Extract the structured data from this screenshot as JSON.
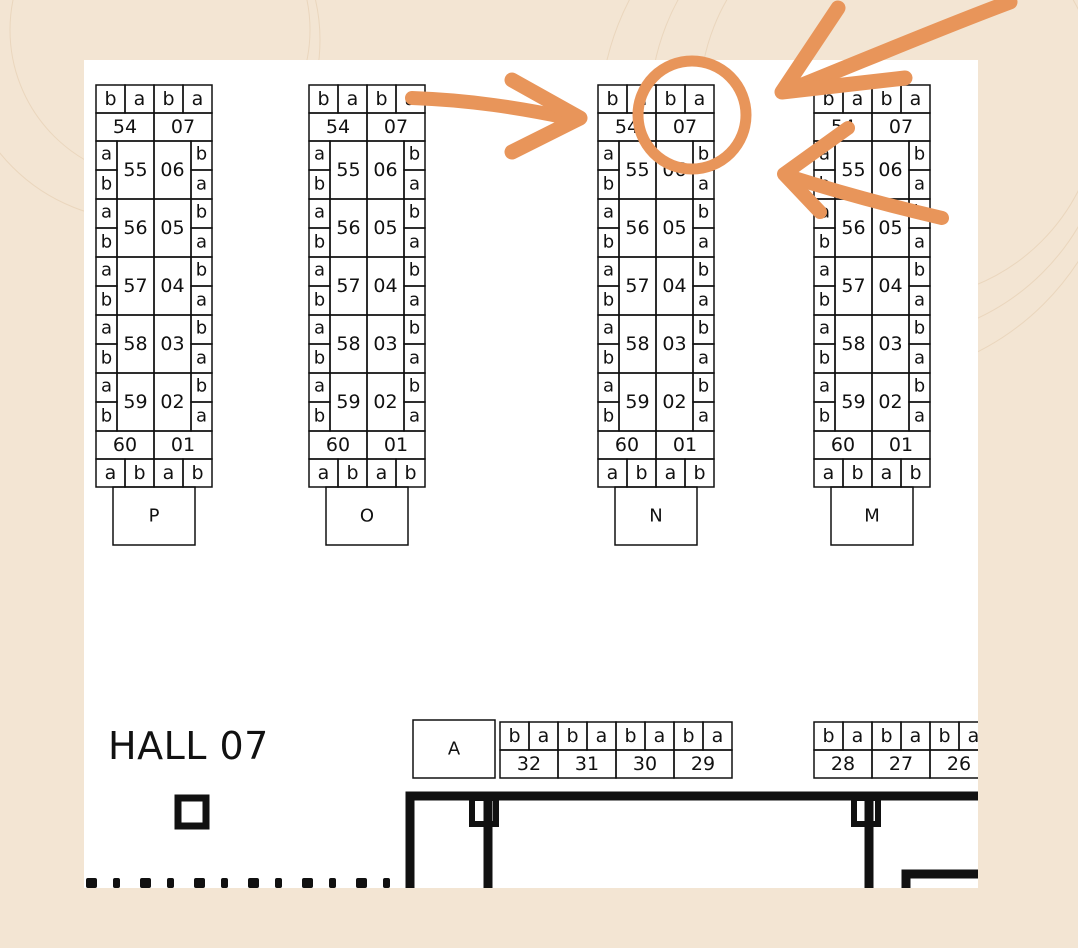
{
  "hall_label": "HALL 07",
  "blocks": [
    {
      "id": "P",
      "label": "P"
    },
    {
      "id": "O",
      "label": "O"
    },
    {
      "id": "N",
      "label": "N"
    },
    {
      "id": "M",
      "label": "M"
    }
  ],
  "block_rows": {
    "top_letters": [
      "b",
      "a",
      "b",
      "a"
    ],
    "top_numbers": [
      "54",
      "07"
    ],
    "side_pairs": [
      [
        "55",
        "06"
      ],
      [
        "56",
        "05"
      ],
      [
        "57",
        "04"
      ],
      [
        "58",
        "03"
      ],
      [
        "59",
        "02"
      ]
    ],
    "side_letters_left": [
      "a",
      "b"
    ],
    "side_letters_right": [
      "b",
      "a"
    ],
    "bottom_numbers": [
      "60",
      "01"
    ],
    "bottom_letters": [
      "a",
      "b",
      "a",
      "b"
    ]
  },
  "bottom_row": {
    "section_label": "A",
    "group1_letters": [
      "b",
      "a",
      "b",
      "a",
      "b",
      "a",
      "b",
      "a"
    ],
    "group1_numbers": [
      "32",
      "31",
      "30",
      "29"
    ],
    "group2_letters": [
      "b",
      "a",
      "b",
      "a",
      "b",
      "a"
    ],
    "group2_numbers": [
      "28",
      "27",
      "26"
    ]
  },
  "colors": {
    "background": "#f3e5d3",
    "paper": "#ffffff",
    "lines": "#111111",
    "highlight": "#e8955a"
  }
}
